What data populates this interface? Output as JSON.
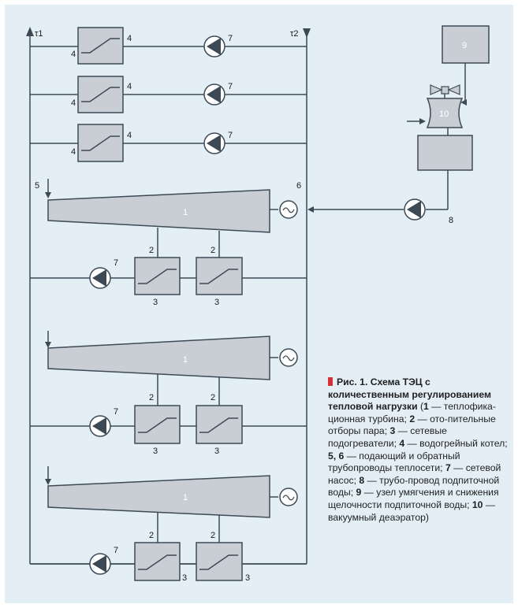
{
  "labels": {
    "tau1": "τ1",
    "tau2": "τ2",
    "boiler": "4",
    "pump": "7",
    "turbine": "1",
    "extraction": "2",
    "heater": "3",
    "supply": "5",
    "return": "6",
    "makeup": "8",
    "softener": "9",
    "deaerator": "10"
  },
  "caption": {
    "title": "Рис. 1. Схема ТЭЦ с количественным регулированием тепловой нагрузки",
    "items": [
      {
        "num": "1",
        "text": " — теплофика-ционная турбина; "
      },
      {
        "num": "2",
        "text": " — ото-пительные отборы пара; "
      },
      {
        "num": "3",
        "text": " — сетевые подогреватели; "
      },
      {
        "num": "4",
        "text": " — водогрейный котел; "
      },
      {
        "num": "5, 6",
        "text": " — подающий и обратный трубопроводы теплосети; "
      },
      {
        "num": "7",
        "text": " — сетевой насос; "
      },
      {
        "num": "8",
        "text": " — трубо-провод подпиточной воды; "
      },
      {
        "num": "9",
        "text": " — узел умягчения и снижения щелочности подпиточной воды; "
      },
      {
        "num": "10",
        "text": " — вакуумный деаэратор)"
      }
    ]
  },
  "colors": {
    "background": "#e3eff5",
    "component_fill": "#c9ced4",
    "line": "#3d4a56",
    "marker": "#d6303a"
  }
}
